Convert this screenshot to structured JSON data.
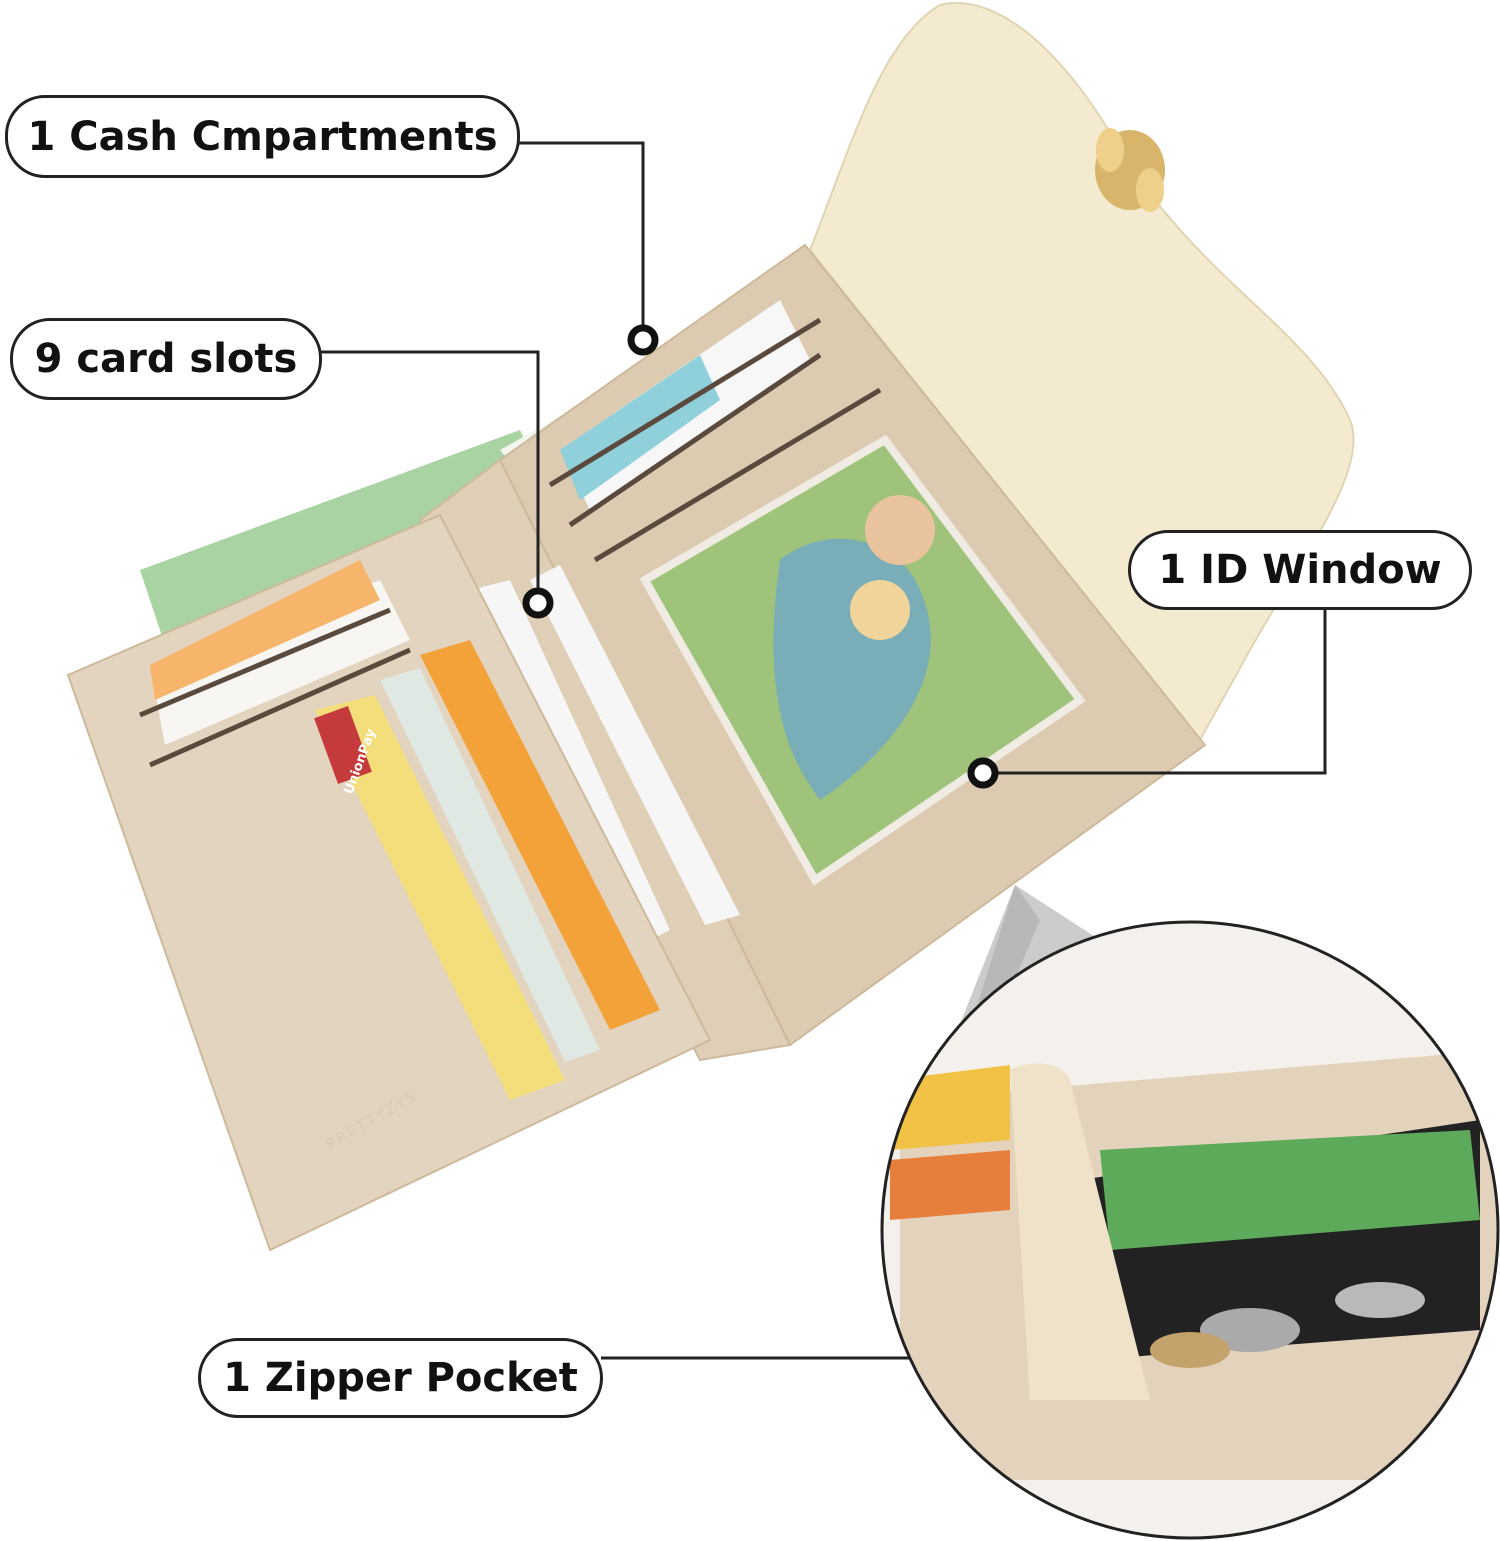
{
  "callouts": {
    "cash": "1 Cash Cmpartments",
    "cards": "9 card slots",
    "id_window": "1 ID Window",
    "zipper": "1 Zipper Pocket"
  },
  "product": {
    "brand": "PRETTYZYS",
    "card_brand": "UnionPay"
  },
  "colors": {
    "leather": "#e3d4bf",
    "flap": "#f3ead0",
    "outline": "#222222"
  }
}
